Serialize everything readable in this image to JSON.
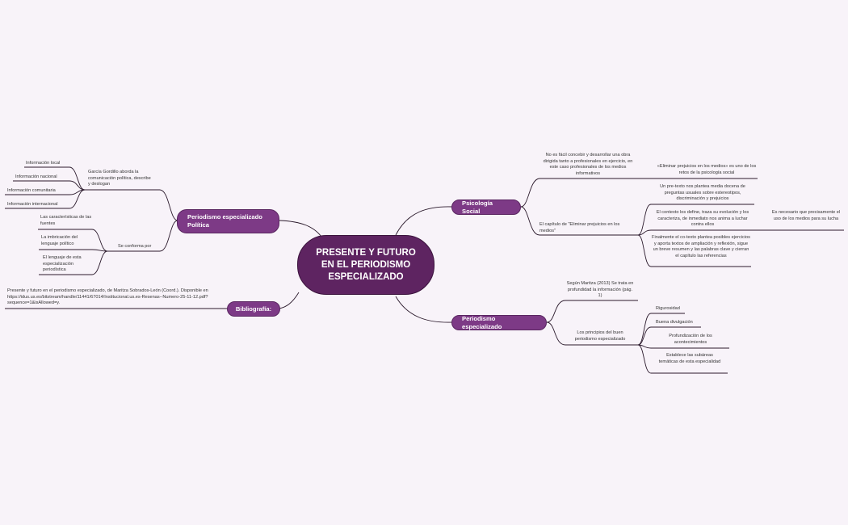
{
  "colors": {
    "background": "#f8f3f9",
    "central": "#5e2461",
    "branch": "#7d3a86",
    "line": "#2b1a2c"
  },
  "central": "PRESENTE Y FUTURO EN EL PERIODISMO ESPECIALIZADO",
  "psicologia": {
    "title": "Psicología Social",
    "t1": "No es fácil concebir y desarrollar una obra dirigida tanto a profesionales en ejercicio, en este caso profesionales de los medios informativos",
    "t1a": "«Eliminar prejuicios en los medios» es uno de los retos de la psicología social",
    "t2": "El capítulo de \"Eliminar prejuicios en los medios\"",
    "t2a": "Un pre-texto nos plantea media docena de preguntas usuales sobre estereotipos, discriminación y prejuicios",
    "t2b": "El contexto los define, traza su evolución y los caracteriza, de inmediato nos anima a luchar contra ellos",
    "t2b1": "Es necesario que precisamente el uso de los medios para su lucha",
    "t2c": "Finalmente el co-texto plantea posibles ejercicios y aporta textos de ampliación y reflexión, sigue un breve resumen y las palabras clave y cierran el capítulo las referencias"
  },
  "especializado": {
    "title": "Periodismo especializado",
    "t1": "Según Maritza (2013) Se trata en profundidad la información (pág. 1)",
    "t2": "Los principios del buen periodismo especializado",
    "principios": [
      "Rigurosidad",
      "Buena divulgación",
      "Profundización de los acontecimientos",
      "Establece las subáreas temáticas de esta especialidad"
    ]
  },
  "politica": {
    "title": "Periodismo especializado Política",
    "t1": "García Gordillo aborda la comunicación política, describe y deslogan",
    "t1items": [
      "Información local",
      "Información nacional",
      "Información comunitaria",
      "Información internacional"
    ],
    "t2": "Se conforma por",
    "t2items": [
      "Las características de las fuentes",
      "La imbricación del lenguaje político",
      "El lenguaje de esta especialización periodística"
    ]
  },
  "bibliografia": {
    "title": "Bibliografía:",
    "text": "Presente y futuro en el periodismo especializado, de Maritza Sobrados-León (Coord.). Disponible en https://idus.us.es/bitstream/handle/11441/67014/Institucional.us.es-Resenas--Numero-25-11-12.pdf?sequence=1&isAllowed=y."
  }
}
